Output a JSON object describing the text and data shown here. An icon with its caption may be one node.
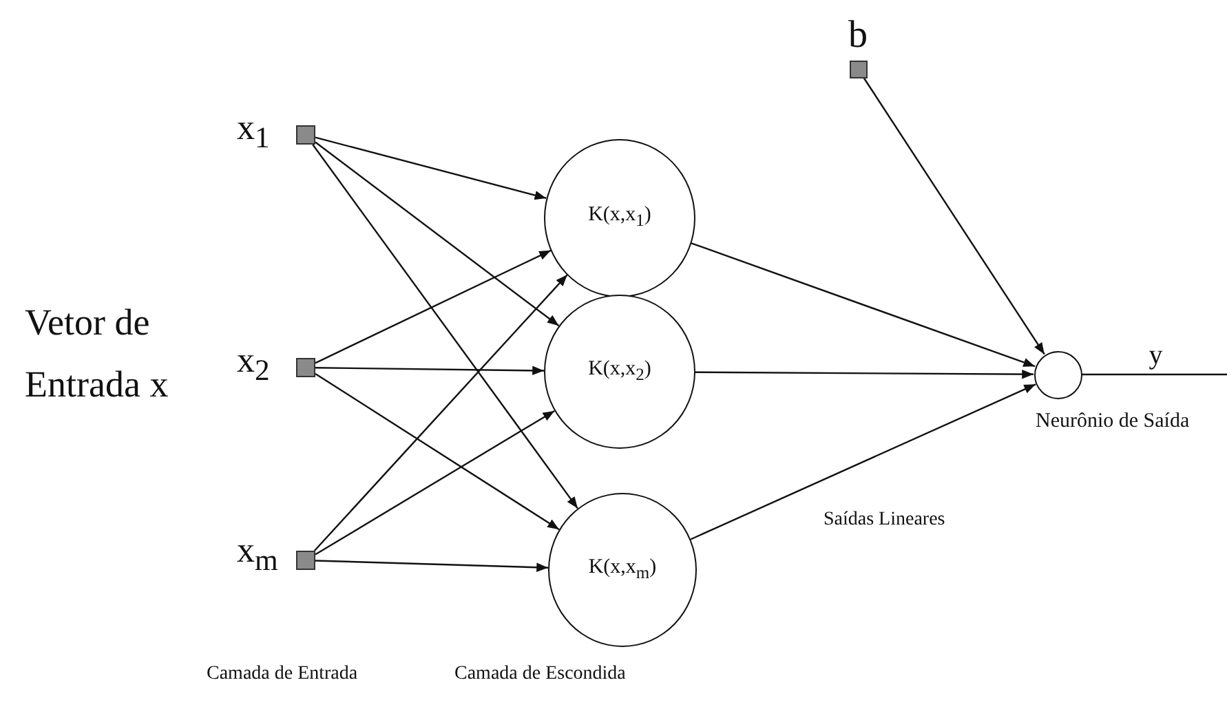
{
  "diagram": {
    "nodes": [
      {
        "text": [],
        "shape": "box",
        "beside": [
          "x$_{1}$"
        ]
      },
      {
        "text": [],
        "shape": "box",
        "beside": [
          "x$_{2}$"
        ]
      },
      {
        "text": [],
        "shape": "box",
        "beside": [
          "x$_{m}$"
        ]
      },
      {
        "text": [],
        "shape": "box",
        "beside": [
          "b"
        ]
      },
      {
        "text": [
          "K(x,x$_{1}$)"
        ]
      },
      {
        "text": [
          "K(x,x$_{2}$)"
        ]
      },
      {
        "text": [
          "K(x,x$_{m}$)"
        ]
      },
      {
        "text": [],
        "shape": "circle",
        "beside": [
          "Neurônio de Saída"
        ]
      }
    ],
    "edges": [
      {
        "from": 0,
        "to": 4,
        "arrow": "to"
      },
      {
        "from": 0,
        "to": 5,
        "arrow": "to"
      },
      {
        "from": 0,
        "to": 6,
        "arrow": "to"
      },
      {
        "from": 1,
        "to": 4,
        "arrow": "to"
      },
      {
        "from": 1,
        "to": 5,
        "arrow": "to"
      },
      {
        "from": 1,
        "to": 6,
        "arrow": "to"
      },
      {
        "from": 2,
        "to": 4,
        "arrow": "to"
      },
      {
        "from": 2,
        "to": 5,
        "arrow": "to"
      },
      {
        "from": 2,
        "to": 6,
        "arrow": "to"
      },
      {
        "from": 4,
        "to": 7,
        "arrow": "to"
      },
      {
        "from": 5,
        "to": 7,
        "arrow": "to"
      },
      {
        "from": 6,
        "to": 7,
        "arrow": "to"
      },
      {
        "from": 3,
        "to": 7,
        "arrow": "to"
      },
      {
        "from": 7,
        "to": null,
        "arrow": "none",
        "label": "y"
      }
    ],
    "labels": [
      "Vetor de Entrada x",
      "Saídas Lineares",
      "Camada de Entrada",
      "Camada de Escondida"
    ]
  }
}
